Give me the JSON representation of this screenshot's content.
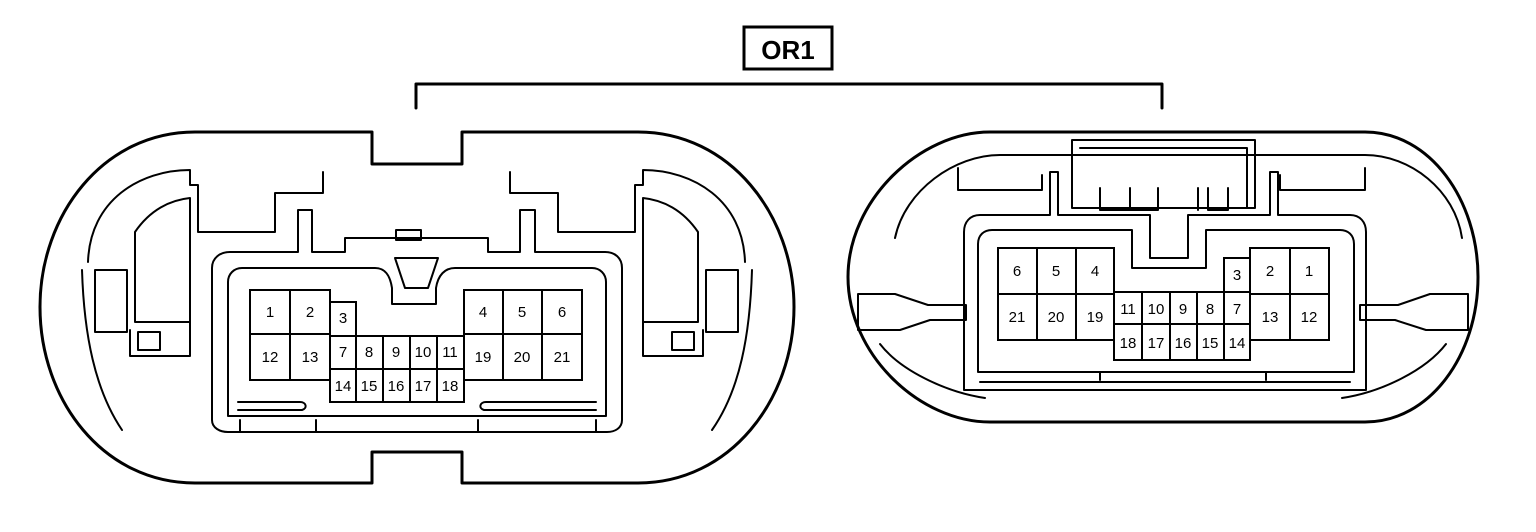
{
  "title": "OR1",
  "connectors": {
    "left": {
      "pins": [
        "1",
        "2",
        "3",
        "4",
        "5",
        "6",
        "7",
        "8",
        "9",
        "10",
        "11",
        "12",
        "13",
        "14",
        "15",
        "16",
        "17",
        "18",
        "19",
        "20",
        "21"
      ]
    },
    "right": {
      "pins": [
        "1",
        "2",
        "3",
        "4",
        "5",
        "6",
        "7",
        "8",
        "9",
        "10",
        "11",
        "12",
        "13",
        "14",
        "15",
        "16",
        "17",
        "18",
        "19",
        "20",
        "21"
      ]
    }
  }
}
